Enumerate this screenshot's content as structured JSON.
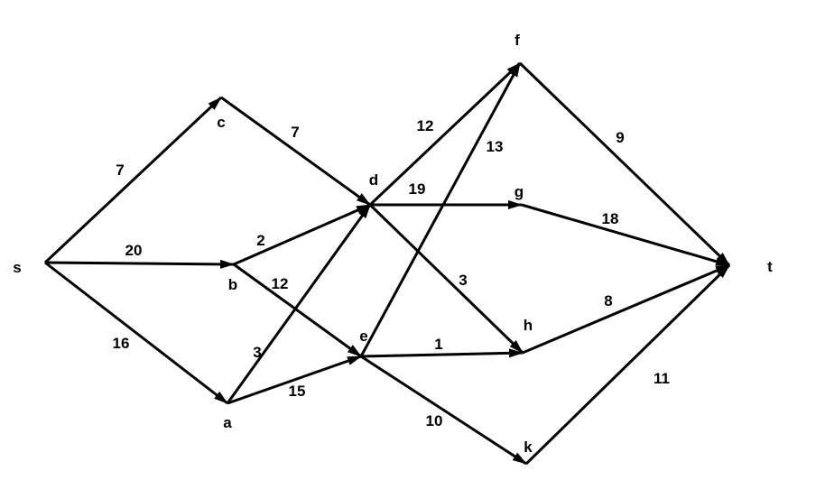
{
  "graph": {
    "nodes": [
      {
        "id": "s",
        "label": "s"
      },
      {
        "id": "c",
        "label": "c"
      },
      {
        "id": "b",
        "label": "b"
      },
      {
        "id": "a",
        "label": "a"
      },
      {
        "id": "d",
        "label": "d"
      },
      {
        "id": "e",
        "label": "e"
      },
      {
        "id": "f",
        "label": "f"
      },
      {
        "id": "g",
        "label": "g"
      },
      {
        "id": "h",
        "label": "h"
      },
      {
        "id": "k",
        "label": "k"
      },
      {
        "id": "t",
        "label": "t"
      }
    ],
    "edges": [
      {
        "from": "s",
        "to": "c",
        "weight": "7"
      },
      {
        "from": "s",
        "to": "b",
        "weight": "20"
      },
      {
        "from": "s",
        "to": "a",
        "weight": "16"
      },
      {
        "from": "c",
        "to": "d",
        "weight": "7"
      },
      {
        "from": "b",
        "to": "d",
        "weight": "2"
      },
      {
        "from": "b",
        "to": "e",
        "weight": "12"
      },
      {
        "from": "a",
        "to": "d",
        "weight": "3"
      },
      {
        "from": "a",
        "to": "e",
        "weight": "15"
      },
      {
        "from": "d",
        "to": "f",
        "weight": "12"
      },
      {
        "from": "d",
        "to": "g",
        "weight": "19"
      },
      {
        "from": "d",
        "to": "h",
        "weight": "3"
      },
      {
        "from": "e",
        "to": "f",
        "weight": "13"
      },
      {
        "from": "e",
        "to": "h",
        "weight": "1"
      },
      {
        "from": "e",
        "to": "k",
        "weight": "10"
      },
      {
        "from": "f",
        "to": "t",
        "weight": "9"
      },
      {
        "from": "g",
        "to": "t",
        "weight": "18"
      },
      {
        "from": "h",
        "to": "t",
        "weight": "8"
      },
      {
        "from": "k",
        "to": "t",
        "weight": "11"
      }
    ]
  }
}
